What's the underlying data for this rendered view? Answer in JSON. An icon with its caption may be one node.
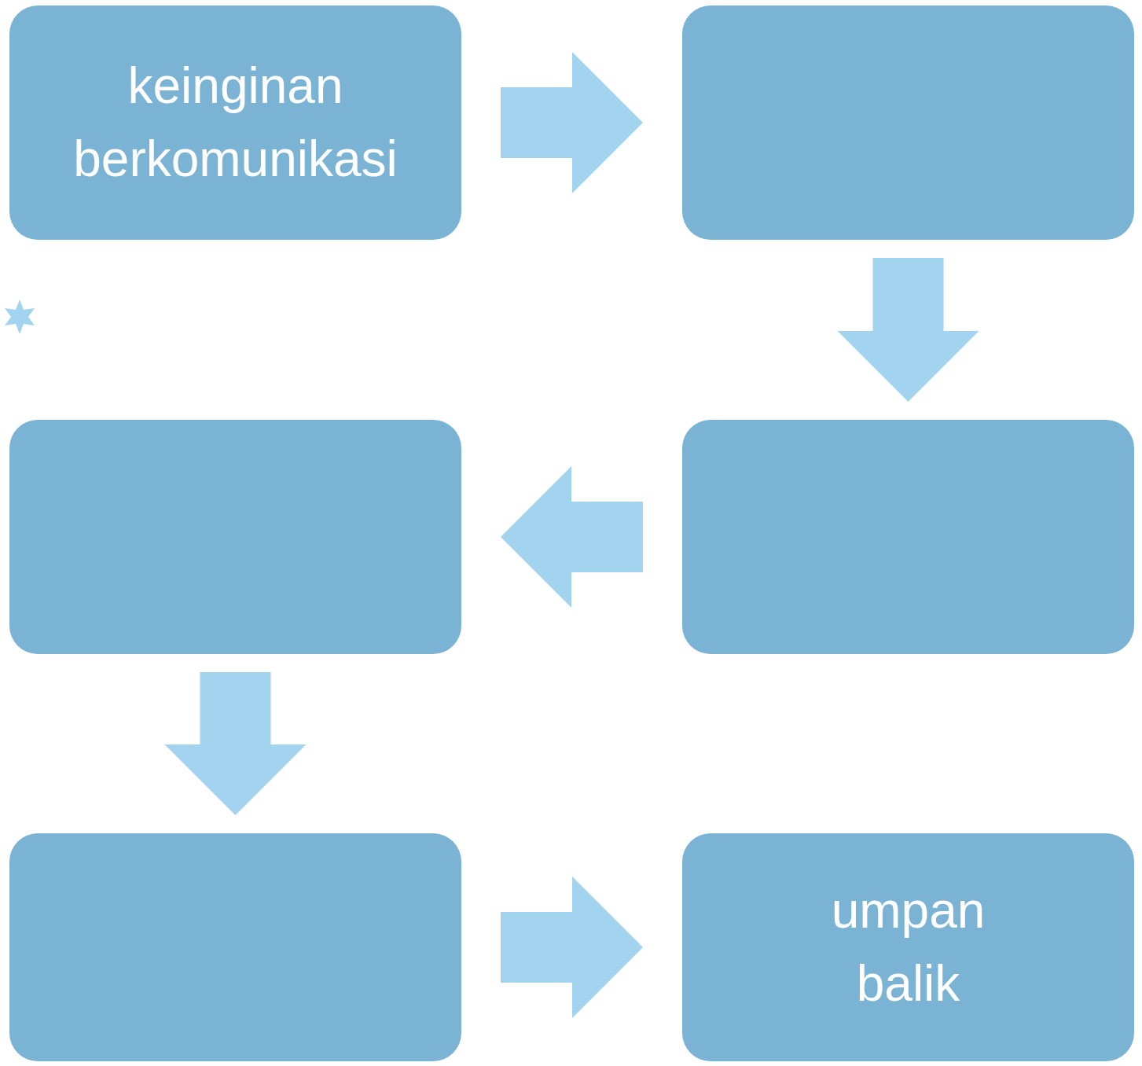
{
  "diagram": {
    "nodes": [
      {
        "text": [
          "keinginan berkomunikasi"
        ]
      },
      {
        "text": [],
        "shape": "box"
      },
      {
        "text": [],
        "shape": "box"
      },
      {
        "text": [],
        "shape": "box"
      },
      {
        "text": [],
        "shape": "box"
      },
      {
        "text": [
          "umpan balik"
        ]
      }
    ],
    "edges": [
      {
        "from": 0,
        "to": 1,
        "arrow": "to"
      },
      {
        "from": 1,
        "to": 3,
        "arrow": "to"
      },
      {
        "from": 3,
        "to": 2,
        "arrow": "to"
      },
      {
        "from": 2,
        "to": 4,
        "arrow": "to"
      },
      {
        "from": 4,
        "to": 5,
        "arrow": "to"
      }
    ]
  }
}
